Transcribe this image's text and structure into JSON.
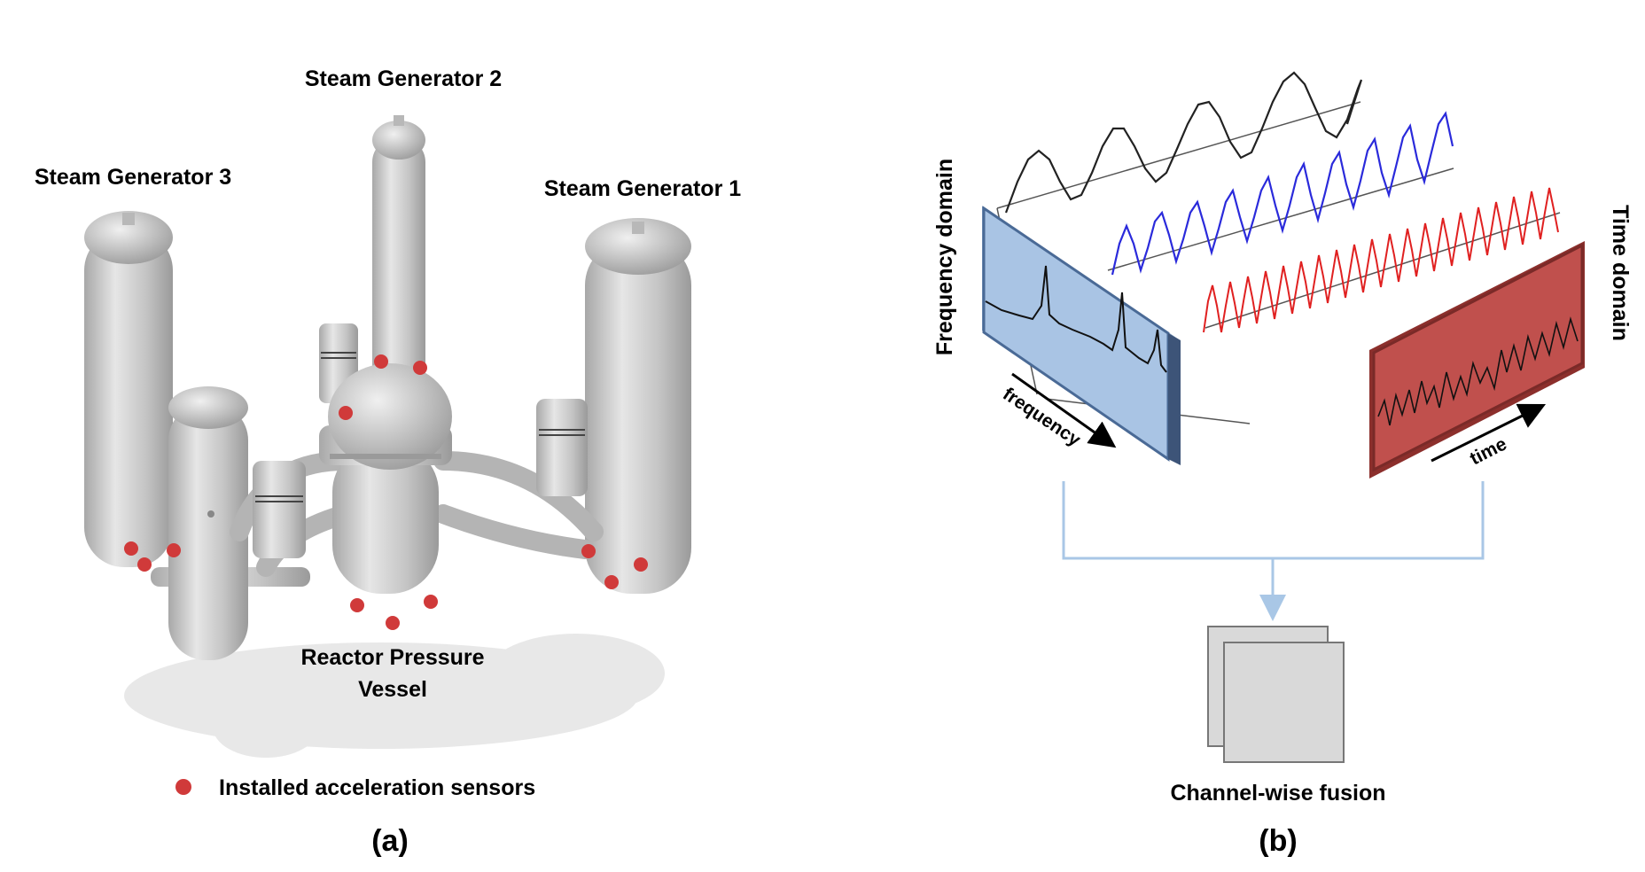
{
  "panel_a": {
    "labels": {
      "sg2": "Steam Generator 2",
      "sg3": "Steam Generator 3",
      "sg1": "Steam Generator 1",
      "rpv_line1": "Reactor Pressure",
      "rpv_line2": "Vessel"
    },
    "legend": {
      "sensor": "Installed acceleration sensors"
    },
    "caption": "(a)"
  },
  "panel_b": {
    "labels": {
      "frequency_domain": "Frequency domain",
      "time_domain": "Time domain",
      "frequency_axis": "frequency",
      "time_axis": "time",
      "fusion": "Channel-wise fusion"
    },
    "caption": "(b)"
  },
  "colors": {
    "sensor": "#d03a3a",
    "vessel": "#c8c8c8",
    "freq_panel": "#a9c4e4",
    "time_panel": "#c0504d",
    "wave_black": "#222222",
    "wave_blue": "#2a2adb",
    "wave_red": "#e02020",
    "connector": "#a9c7e6",
    "fusion_box": "#d9d9d9"
  }
}
